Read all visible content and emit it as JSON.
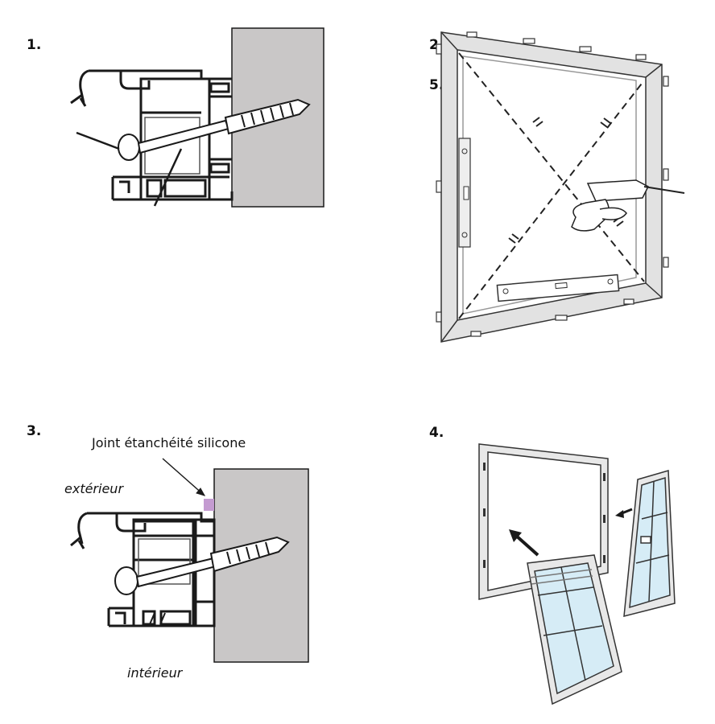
{
  "steps": {
    "step1": "1.",
    "step2": "2.",
    "step3": "3.",
    "step4": "4.",
    "step5": "5."
  },
  "labels": {
    "sealant": "Joint étanchéité silicone",
    "exterior": "extérieur",
    "interior": "intérieur"
  },
  "colors": {
    "wall": "#c9c7c7",
    "sealant": "#c49bd1",
    "frame_light": "#d9d9d9",
    "glass": "#d6ecf6",
    "line": "#1a1a1a"
  }
}
